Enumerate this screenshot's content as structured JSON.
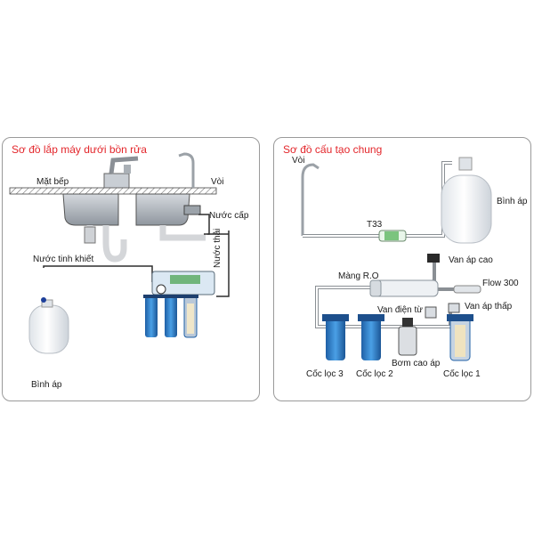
{
  "left_panel": {
    "title": "Sơ đồ lắp máy dưới bồn rửa",
    "labels": {
      "counter": "Mặt bếp",
      "faucet": "Vòi",
      "water_supply": "Nước cấp",
      "waste_water": "Nước thải",
      "pure_water": "Nước tinh khiết",
      "tank": "Bình áp"
    }
  },
  "right_panel": {
    "title": "Sơ đồ cấu tạo chung",
    "labels": {
      "faucet": "Vòi",
      "tank": "Bình áp",
      "t33": "T33",
      "high_pressure_valve": "Van áp cao",
      "ro_membrane": "Màng R.O",
      "flow": "Flow 300",
      "solenoid_valve": "Van điện từ",
      "low_pressure_valve": "Van áp thấp",
      "filter_3": "Cốc lọc 3",
      "filter_2": "Cốc lọc 2",
      "pump": "Bơm cao áp",
      "filter_1": "Cốc lọc 1"
    }
  },
  "colors": {
    "title": "#e3262b",
    "pipe": "#2f2f2f",
    "filter_blue": "#2f7fc6",
    "tank_white": "#f2f4f6",
    "sink_gray": "#b9bec4"
  }
}
